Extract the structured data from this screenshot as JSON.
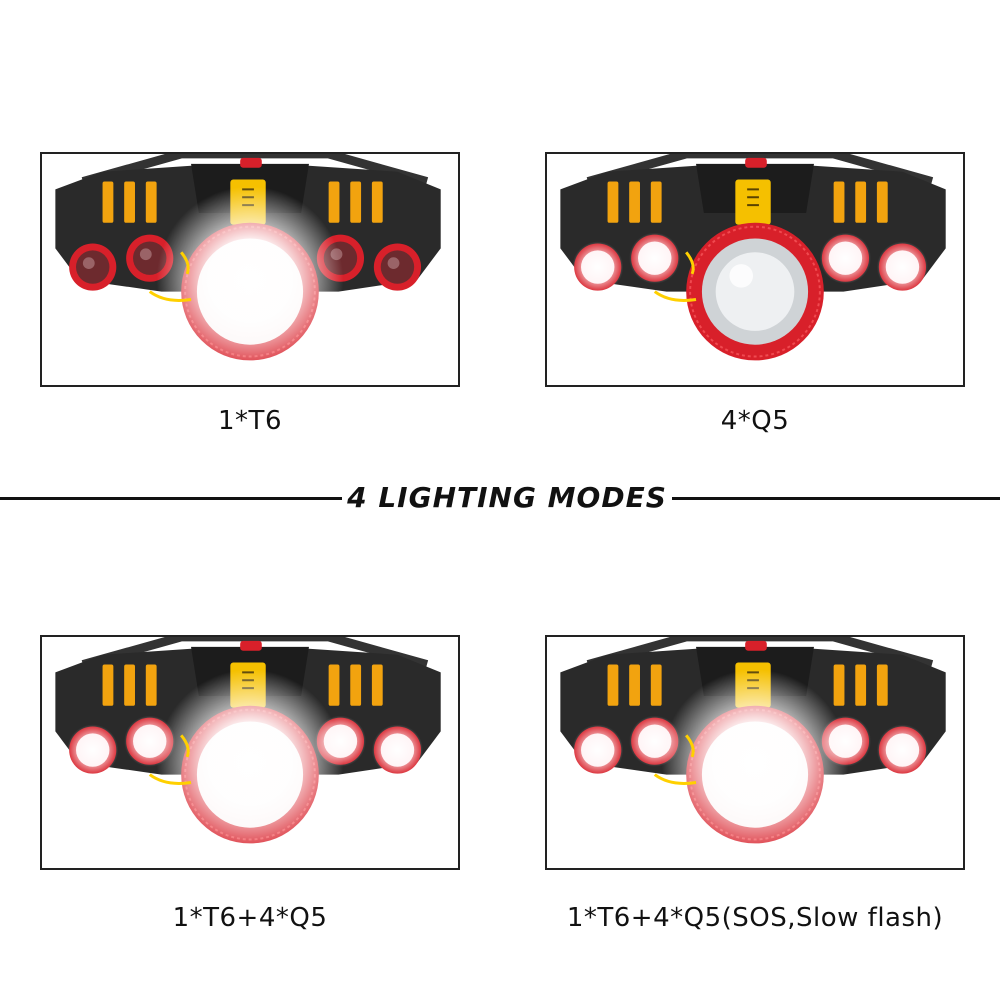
{
  "section_title": "4 LIGHTING MODES",
  "modes": [
    {
      "label": "1*T6",
      "t6_on": true,
      "q5_on": false
    },
    {
      "label": "4*Q5",
      "t6_on": false,
      "q5_on": true
    },
    {
      "label": "1*T6+4*Q5",
      "t6_on": true,
      "q5_on": true
    },
    {
      "label": "1*T6+4*Q5(SOS,Slow flash)",
      "t6_on": true,
      "q5_on": true
    }
  ],
  "colors": {
    "housing": "#2a2a2a",
    "accent_red": "#d8202a",
    "stripe_yellow": "#f2a30f",
    "badge_yellow": "#f5c000",
    "glow": "#ffffff"
  }
}
